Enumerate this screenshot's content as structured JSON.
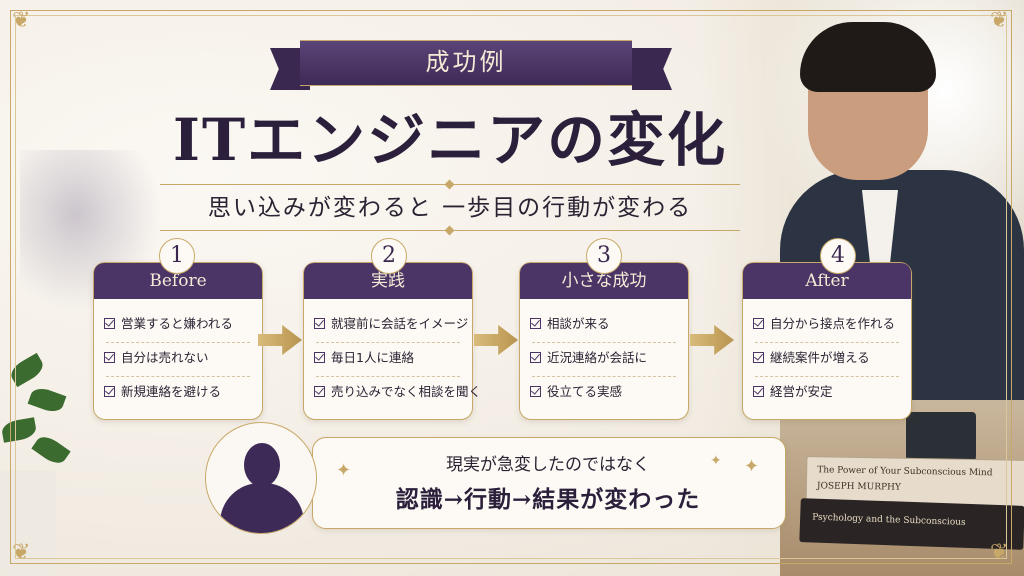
{
  "header": {
    "ribbon_label": "成功例",
    "title": "ITエンジニアの変化",
    "subtitle": "思い込みが変わると 一歩目の行動が変わる"
  },
  "steps": [
    {
      "number": "1",
      "title": "Before",
      "items": [
        "営業すると嫌われる",
        "自分は売れない",
        "新規連絡を避ける"
      ]
    },
    {
      "number": "2",
      "title": "実践",
      "items": [
        "就寝前に会話をイメージ",
        "毎日1人に連絡",
        "売り込みでなく相談を聞く"
      ]
    },
    {
      "number": "3",
      "title": "小さな成功",
      "items": [
        "相談が来る",
        "近況連絡が会話に",
        "役立てる実感"
      ]
    },
    {
      "number": "4",
      "title": "After",
      "items": [
        "自分から接点を作れる",
        "継続案件が増える",
        "経営が安定"
      ]
    }
  ],
  "conclusion": {
    "line1": "現実が急変したのではなく",
    "line2": "認識→行動→結果が変わった"
  },
  "books": {
    "book1_title": "The Power of Your Subconscious Mind",
    "book1_author": "JOSEPH MURPHY",
    "book2_title": "Psychology and the Subconscious"
  },
  "icons": [
    "checkbox-icon",
    "arrow-right-icon",
    "sparkle-icon",
    "person-silhouette-icon",
    "corner-ornament-icon"
  ],
  "colors": {
    "accent_purple": "#4a3566",
    "gold": "#c8a868",
    "background": "#f7f3ec"
  }
}
